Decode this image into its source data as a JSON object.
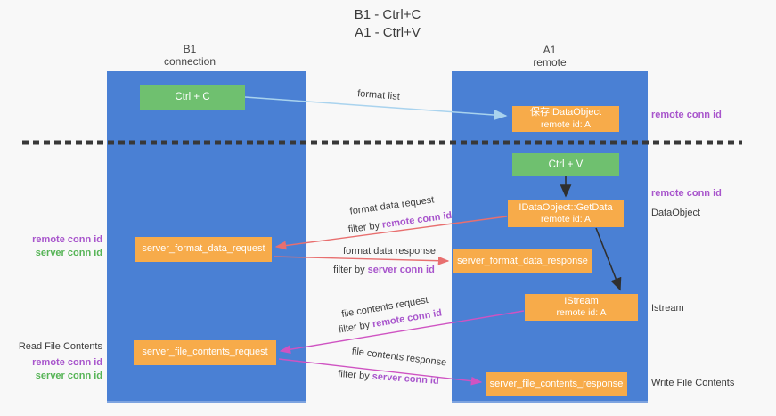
{
  "title": {
    "line1": "B1 - Ctrl+C",
    "line2": "A1 - Ctrl+V"
  },
  "lanes": {
    "left": {
      "name": "B1",
      "subtitle": "connection"
    },
    "right": {
      "name": "A1",
      "subtitle": "remote"
    }
  },
  "nodes": {
    "ctrl_c": "Ctrl + C",
    "ctrl_v": "Ctrl + V",
    "save_dataobject": {
      "line1": "保存IDataObject",
      "line2": "remote id: A"
    },
    "getdata": {
      "line1": "IDataObject::GetData",
      "line2": "remote id: A"
    },
    "istream": {
      "line1": "IStream",
      "line2": "remote id: A"
    },
    "server_format_data_request": "server_format_data_request",
    "server_format_data_response": "server_format_data_response",
    "server_file_contents_request": "server_file_contents_request",
    "server_file_contents_response": "server_file_contents_response"
  },
  "edge_labels": {
    "format_list": "format list",
    "format_data_request": "format data request",
    "format_data_response": "format data response",
    "file_contents_request": "file contents request",
    "file_contents_response": "file contents response",
    "filter_by_remote": {
      "prefix": "filter by",
      "highlight": "remote conn id"
    },
    "filter_by_server": {
      "prefix": "filter by",
      "highlight": "server conn id"
    }
  },
  "side_labels": {
    "left": {
      "remote_conn": "remote conn id",
      "server_conn": "server conn id",
      "read_file_contents": "Read File Contents"
    },
    "right": {
      "remote_conn_top": "remote conn id",
      "remote_conn_mid": "remote conn id",
      "dataobject": "DataObject",
      "istream": "Istream",
      "write_file_contents": "Write File Contents"
    }
  },
  "colors": {
    "lane_blue": "#4a80d4",
    "box_orange": "#f7ab4a",
    "box_green": "#6fc06f",
    "arrow_light_blue": "#a9d3ee",
    "arrow_red": "#e86f6f",
    "arrow_magenta": "#cf53c2",
    "arrow_black": "#2f2f2f",
    "text_purple": "#a855cc",
    "text_green": "#56b456",
    "separator_dash": "#383838",
    "background": "#f8f8f8"
  }
}
